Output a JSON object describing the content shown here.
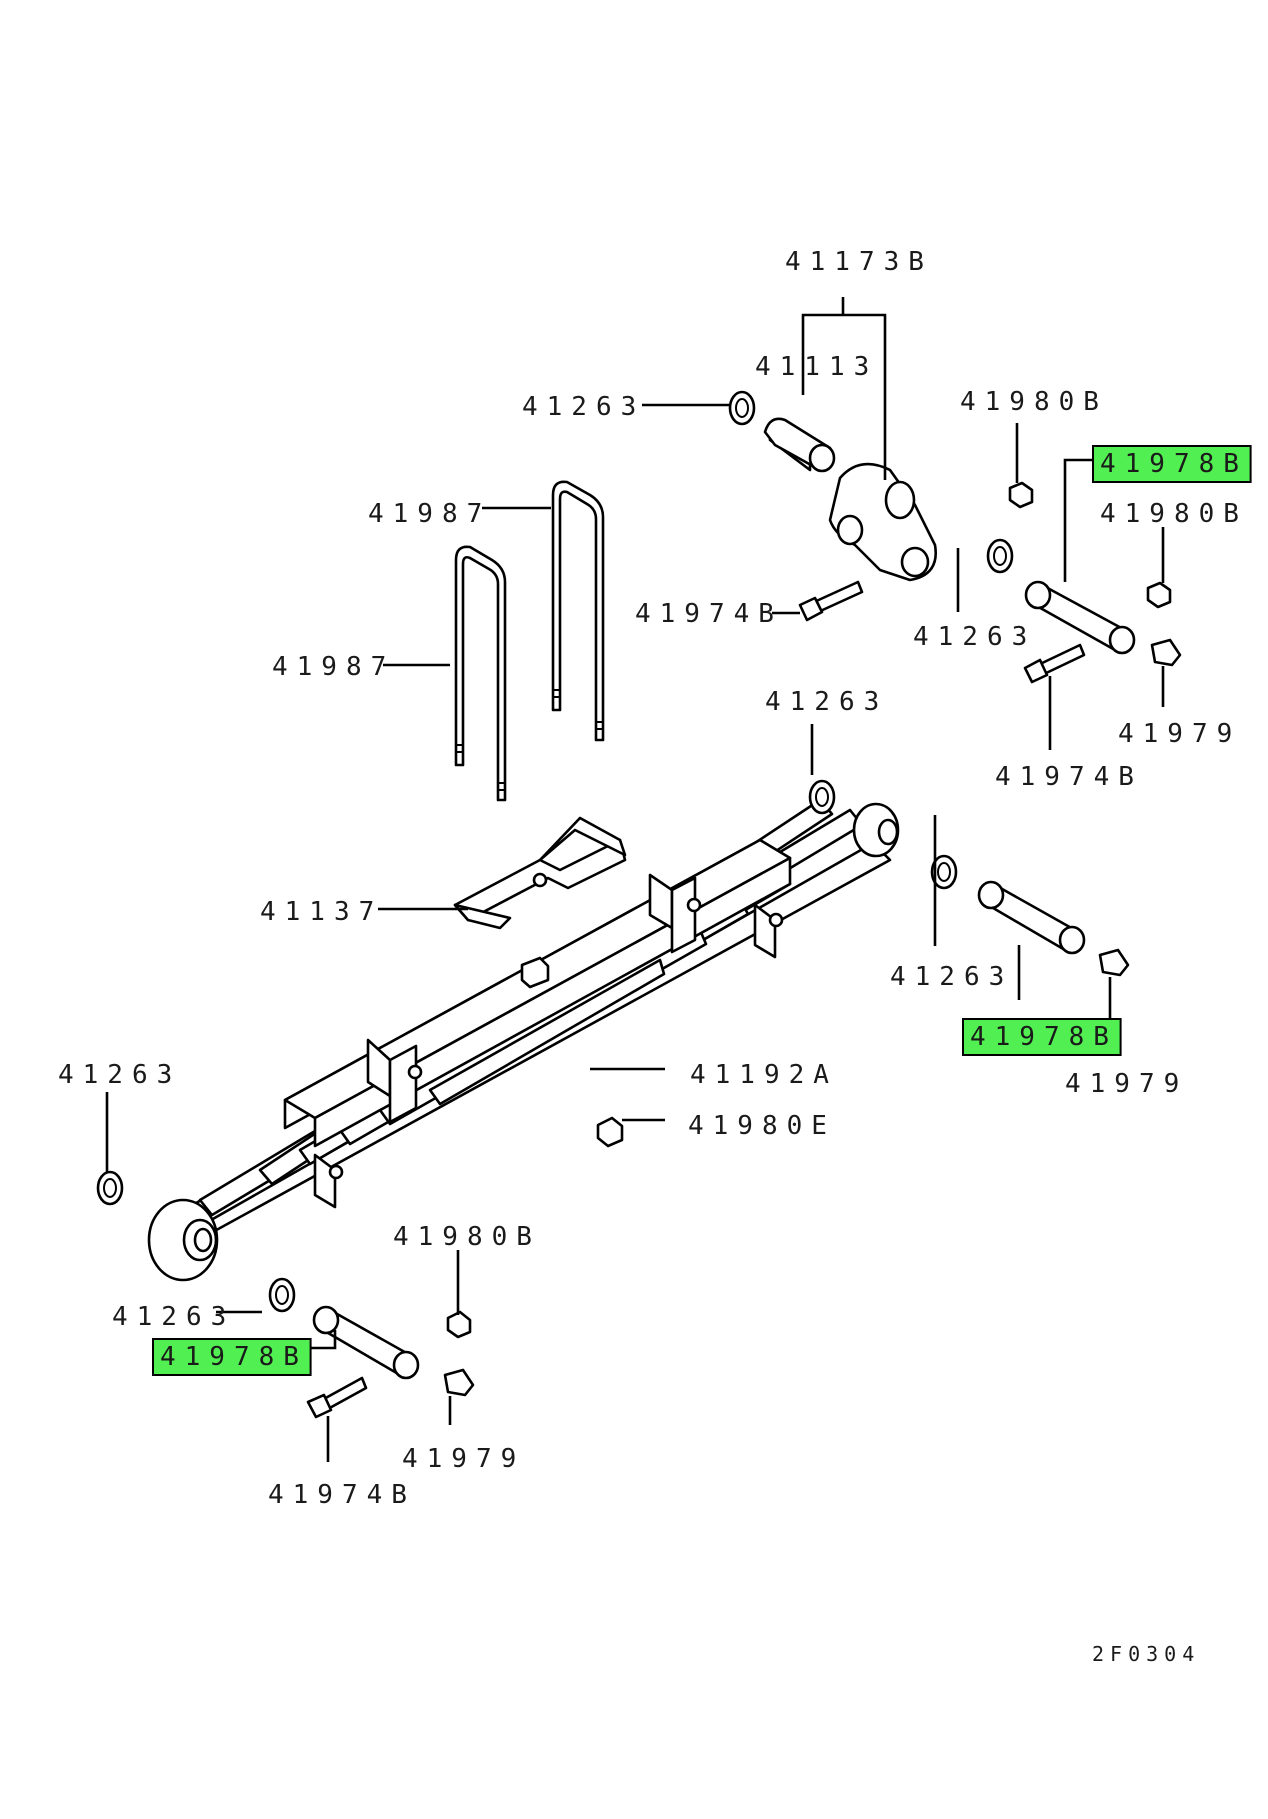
{
  "diagram_code": "2F0304",
  "highlight_color": "#52ef52",
  "callouts": [
    {
      "id": "c-41173b",
      "part": "41173B",
      "highlighted": false
    },
    {
      "id": "c-41113",
      "part": "41113",
      "highlighted": false
    },
    {
      "id": "c-41263-a",
      "part": "41263",
      "highlighted": false
    },
    {
      "id": "c-41980b-a",
      "part": "41980B",
      "highlighted": false
    },
    {
      "id": "c-41978b-a",
      "part": "41978B",
      "highlighted": true
    },
    {
      "id": "c-41987-a",
      "part": "41987",
      "highlighted": false
    },
    {
      "id": "c-41980b-b",
      "part": "41980B",
      "highlighted": false
    },
    {
      "id": "c-41974b-a",
      "part": "41974B",
      "highlighted": false
    },
    {
      "id": "c-41263-b",
      "part": "41263",
      "highlighted": false
    },
    {
      "id": "c-41987-b",
      "part": "41987",
      "highlighted": false
    },
    {
      "id": "c-41263-c",
      "part": "41263",
      "highlighted": false
    },
    {
      "id": "c-41979-a",
      "part": "41979",
      "highlighted": false
    },
    {
      "id": "c-41974b-b",
      "part": "41974B",
      "highlighted": false
    },
    {
      "id": "c-41137",
      "part": "41137",
      "highlighted": false
    },
    {
      "id": "c-41263-d",
      "part": "41263",
      "highlighted": false
    },
    {
      "id": "c-41978b-b",
      "part": "41978B",
      "highlighted": true
    },
    {
      "id": "c-41979-b",
      "part": "41979",
      "highlighted": false
    },
    {
      "id": "c-41263-e",
      "part": "41263",
      "highlighted": false
    },
    {
      "id": "c-41192a",
      "part": "41192A",
      "highlighted": false
    },
    {
      "id": "c-41980e",
      "part": "41980E",
      "highlighted": false
    },
    {
      "id": "c-41980b-c",
      "part": "41980B",
      "highlighted": false
    },
    {
      "id": "c-41263-f",
      "part": "41263",
      "highlighted": false
    },
    {
      "id": "c-41978b-c",
      "part": "41978B",
      "highlighted": true
    },
    {
      "id": "c-41979-c",
      "part": "41979",
      "highlighted": false
    },
    {
      "id": "c-41974b-c",
      "part": "41974B",
      "highlighted": false
    }
  ]
}
